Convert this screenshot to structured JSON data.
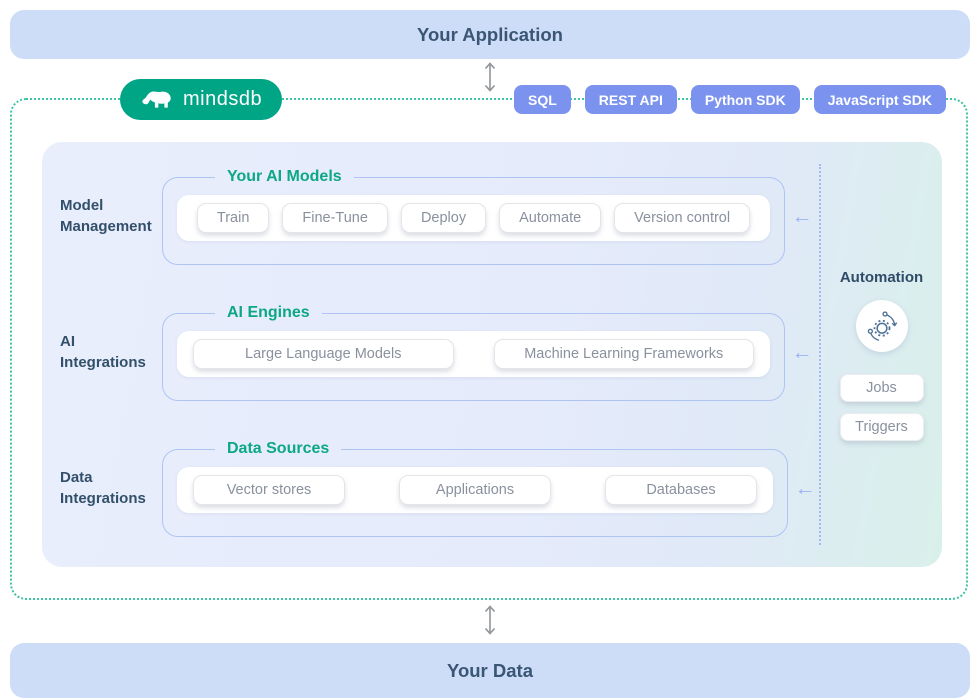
{
  "top_bar": {
    "label": "Your Application"
  },
  "bottom_bar": {
    "label": "Your Data"
  },
  "logo": {
    "label": "mindsdb"
  },
  "api_badges": [
    "SQL",
    "REST API",
    "Python SDK",
    "JavaScript SDK"
  ],
  "sections": [
    {
      "label": "Model Management",
      "group": "Your AI Models",
      "items": [
        "Train",
        "Fine-Tune",
        "Deploy",
        "Automate",
        "Version control"
      ]
    },
    {
      "label": "AI Integrations",
      "group": "AI Engines",
      "items": [
        "Large Language Models",
        "Machine Learning Frameworks"
      ]
    },
    {
      "label": "Data Integrations",
      "group": "Data Sources",
      "items": [
        "Vector stores",
        "Applications",
        "Databases"
      ]
    }
  ],
  "automation": {
    "title": "Automation",
    "jobs": "Jobs",
    "triggers": "Triggers"
  },
  "icons": {
    "logo_icon": "mindsdb-bear-icon",
    "automation_icon": "automation-gear-icon",
    "flow_arrows": "double-headed-vertical-arrow"
  },
  "colors": {
    "brand_green": "#00a586",
    "badge_blue": "#7b93ee",
    "accent_teal": "#0ca885",
    "bar_blue": "#cdddf8",
    "dashed_border": "#3ec4a4"
  }
}
